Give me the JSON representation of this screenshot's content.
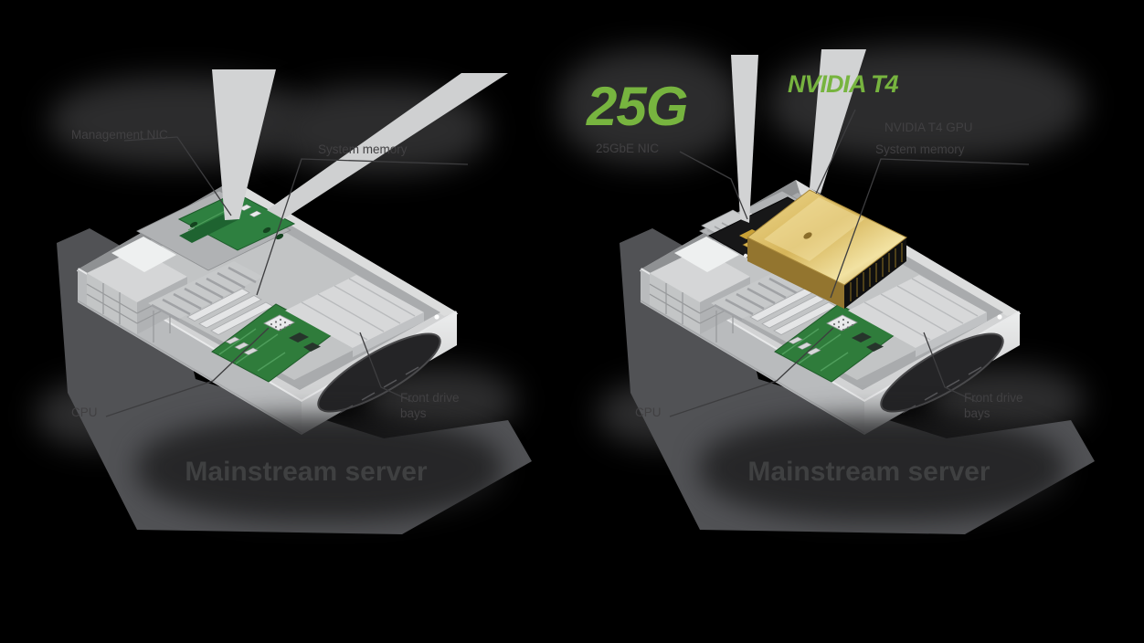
{
  "figure": {
    "background_color": "#000000",
    "label_color": "#414042",
    "accent_green": "#77b43f",
    "gpu_gold": "#d6b55a",
    "description": "Isometric comparison of a mainstream 2U server and a GPU-accelerated mainstream 2U server"
  },
  "left_server": {
    "title": "Mainstream server",
    "labels": {
      "nic": "Management NIC",
      "memory": "System memory",
      "cpu": "CPU",
      "drives_line1": "Front drive",
      "drives_line2": "bays"
    }
  },
  "right_server": {
    "title": "Mainstream server",
    "accents": {
      "network_speed": "25G",
      "gpu": "NVIDIA T4"
    },
    "labels": {
      "nic": "25GbE NIC",
      "gpu": "NVIDIA T4 GPU",
      "memory": "System memory",
      "cpu": "CPU",
      "drives_line1": "Front drive",
      "drives_line2": "bays"
    }
  }
}
